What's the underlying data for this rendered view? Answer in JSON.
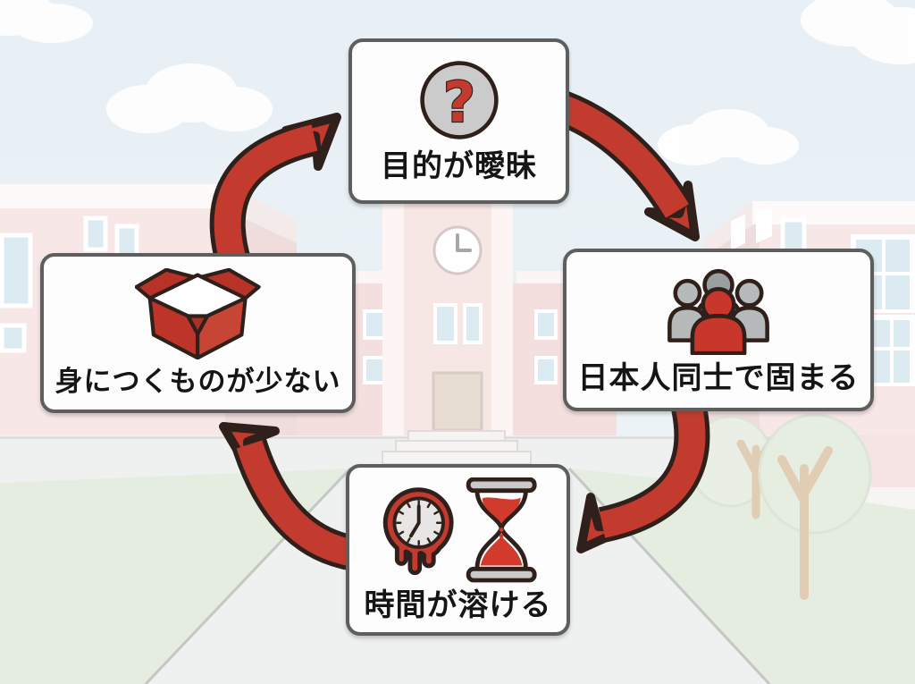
{
  "diagram": {
    "type": "cycle",
    "background_scene": "school campus with clock tower building, clouds, trees and lawn",
    "nodes": [
      {
        "position": "top",
        "label": "目的が曖昧",
        "icon": "question-mark-circle-icon",
        "icon_glyph": "?"
      },
      {
        "position": "right",
        "label": "日本人同士で固まる",
        "icon": "people-group-icon"
      },
      {
        "position": "bottom",
        "label": "時間が溶ける",
        "icon": "melting-clock-and-hourglass-icon"
      },
      {
        "position": "left",
        "label": "身につくものが少ない",
        "icon": "open-empty-box-icon"
      }
    ],
    "arrows": [
      {
        "from": "left",
        "to": "top"
      },
      {
        "from": "top",
        "to": "right"
      },
      {
        "from": "right",
        "to": "bottom"
      },
      {
        "from": "bottom",
        "to": "left"
      }
    ],
    "colors": {
      "arrow_red": "#c23b2e",
      "outline_dark": "#30201b",
      "box_border": "#5e5e5e",
      "box_background": "#fdfdfd",
      "label_text": "#151515",
      "sky": "#e9f1f6",
      "building_pink": "#f6e6e6",
      "window_blue": "#dceaf1",
      "lawn_green": "#e5ede1",
      "path_gray": "#eff1f1"
    }
  }
}
